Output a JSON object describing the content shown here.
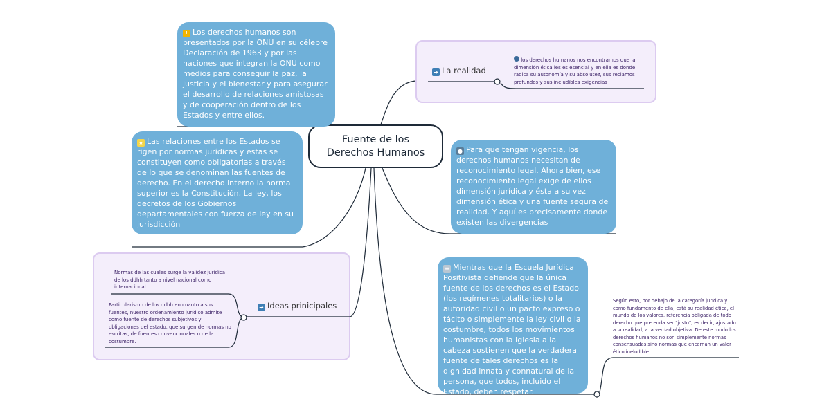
{
  "central_topic": "Fuente de los Derechos Humanos",
  "nodes": {
    "onu": {
      "icon": "warning-icon",
      "text": "Los derechos humanos son presentados por la ONU en su célebre Declaración de 1963 y por las naciones que integran la ONU como medios para conseguir la paz, la justicia y el bienestar y para asegurar el desarrollo de relaciones amistosas y de cooperación dentro de los Estados y entre ellos."
    },
    "relaciones": {
      "icon": "star-icon",
      "text": "Las relaciones entre los Estados se rigen por normas jurídicas y estas se constituyen como obligatorias a través de lo que se denominan las fuentes de derecho. En el derecho interno la norma superior es la Constitución, La ley, los decretos de los Gobiernos departamentales con fuerza de ley en su jurisdicción"
    },
    "realidad": {
      "icon": "arrow-right-icon",
      "label": "La realidad",
      "note": "los derechos humanos nos encontramos que la dimensión ética les es esencial y en ella es donde radica su autonomía y su absolutez, sus reclamos profundos y sus ineludibles exigencias"
    },
    "vigencia": {
      "icon": "user-icon",
      "text": "Para que tengan vigencia, los derechos humanos necesitan de reconocimiento legal. Ahora bien, ese reconocimiento legal exige de ellos dimensión jurídica y ésta a su vez dimensión ética y una fuente segura de realidad. Y aquí es precisamente donde existen las divergencias"
    },
    "positivista": {
      "icon": "document-icon",
      "text": "Mientras que la Escuela Jurídica Positivista defiende que la única fuente de los derechos es el Estado (los regímenes totalitarios) o la autoridad civil o un pacto expreso o tácito  o simplemente la ley civil o la costumbre, todos los movimientos humanistas con la Iglesia a la cabeza sostienen que la verdadera fuente de tales derechos es la dignidad innata y connatural de la persona, que todos, incluido el Estado, deben respetar.",
      "note": "Según esto, por debajo de la categoría jurídica y como fundamento de ella, está su realidad ética, el mundo de los valores, referencia obligada de todo derecho que pretenda ser \"justo\", es decir, ajustado a la realidad, a la verdad objetiva. De este modo los derechos humanos no son simplemente normas consensuadas sino normas que encarnan un valor ético ineludible."
    },
    "ideas": {
      "icon": "arrow-right-icon",
      "label": "Ideas prinicipales",
      "note1": "Normas de las cuales surge la validez jurídica de los ddhh tanto a nivel nacional como internacional.",
      "note2": "Particularismo de los ddhh en cuanto a sus fuentes, nuestro ordenamiento jurídico admite como fuente de derechos subjetivos y obligaciones del estado, que surgen de normas no escritas, de fuentes convencionales o de la costumbre."
    }
  },
  "colors": {
    "blue_node": "#6fb0d9",
    "group_bg": "#f4eefb",
    "group_border": "#dccbf0",
    "line": "#1e2a38"
  }
}
